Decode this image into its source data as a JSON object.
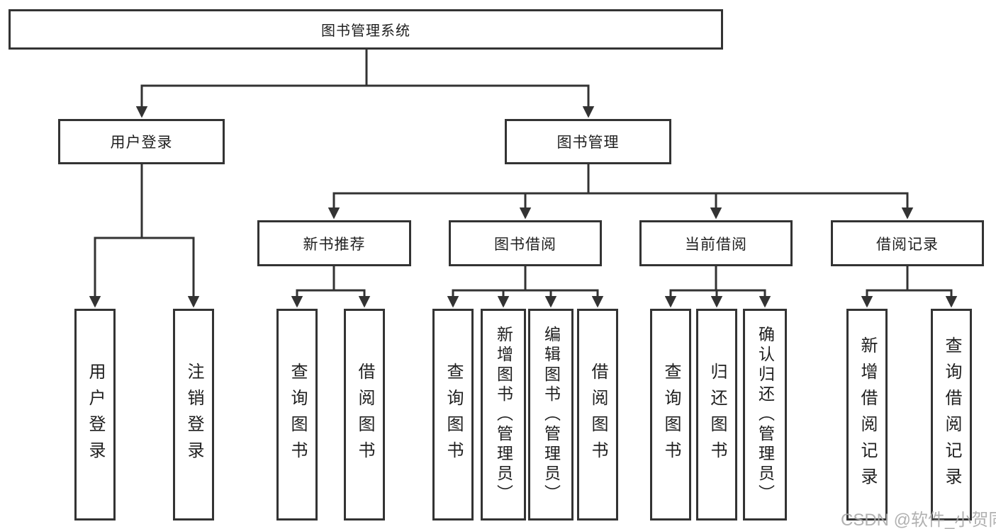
{
  "diagram": {
    "watermark": "CSDN @软件_小贺同学",
    "colors": {
      "line": "#333333",
      "box_background": "#ffffff",
      "text": "#1f1f1f",
      "watermark": "#a9a9a9"
    },
    "tree": {
      "root": {
        "label": "图书管理系统"
      },
      "branches": [
        {
          "label": "用户登录",
          "children": [
            {
              "label": "用户登录"
            },
            {
              "label": "注销登录"
            }
          ]
        },
        {
          "label": "图书管理",
          "groups": [
            {
              "label": "新书推荐",
              "children": [
                {
                  "label": "查询图书"
                },
                {
                  "label": "借阅图书"
                }
              ]
            },
            {
              "label": "图书借阅",
              "children": [
                {
                  "label": "查询图书"
                },
                {
                  "label": "新增图书（管理员）"
                },
                {
                  "label": "编辑图书（管理员）"
                },
                {
                  "label": "借阅图书"
                }
              ]
            },
            {
              "label": "当前借阅",
              "children": [
                {
                  "label": "查询图书"
                },
                {
                  "label": "归还图书"
                },
                {
                  "label": "确认归还（管理员）"
                }
              ]
            },
            {
              "label": "借阅记录",
              "children": [
                {
                  "label": "新增借阅记录"
                },
                {
                  "label": "查询借阅记录"
                }
              ]
            }
          ]
        }
      ]
    }
  }
}
